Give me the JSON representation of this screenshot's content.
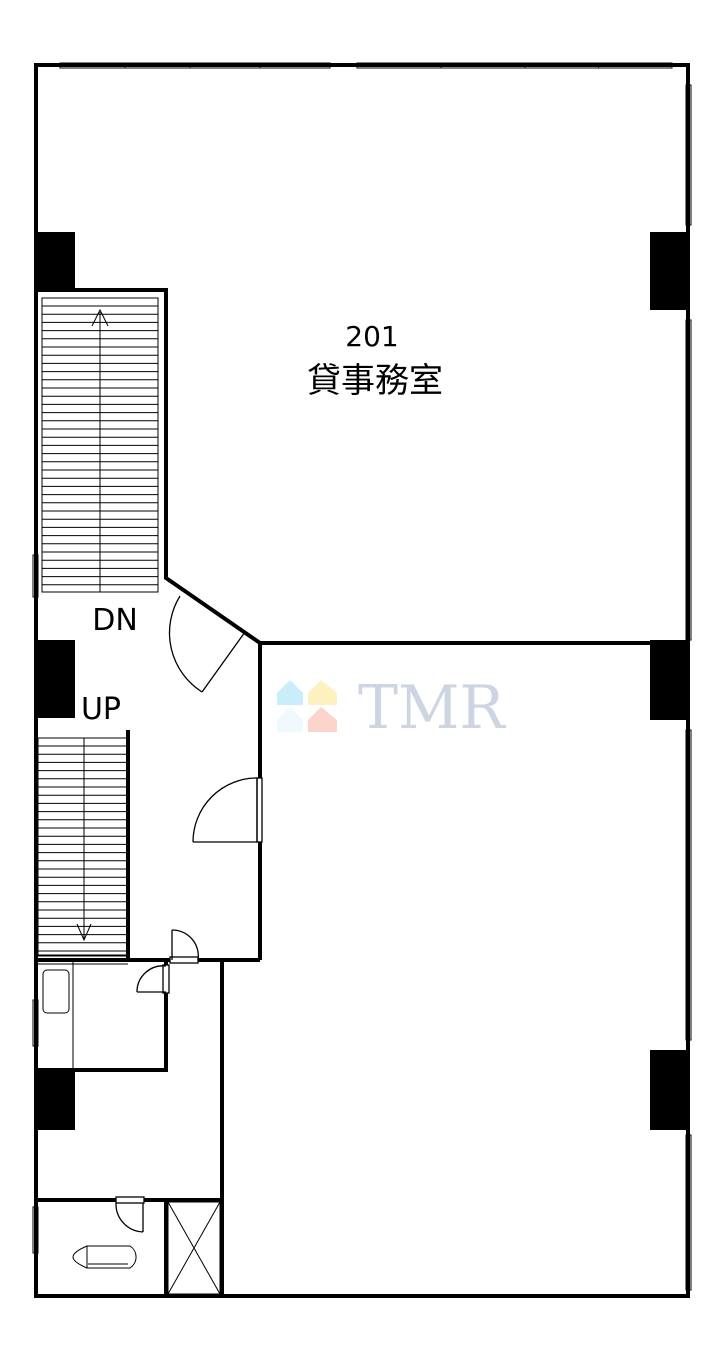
{
  "room": {
    "number": "201",
    "name": "貸事務室"
  },
  "stairs": {
    "down_label": "DN",
    "up_label": "UP"
  },
  "watermark": {
    "text": "TMR",
    "color": "#cdd5e3",
    "house_colors": [
      "#c9eefa",
      "#fdf1bf",
      "#eefafd",
      "#fbd5cc"
    ]
  }
}
